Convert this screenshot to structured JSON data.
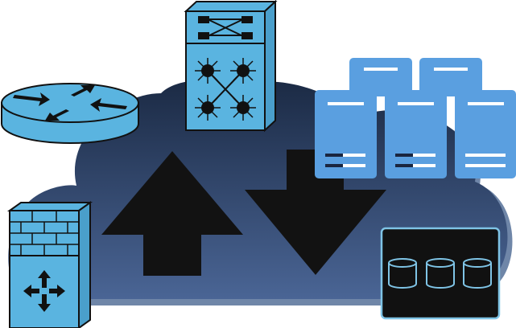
{
  "diagram": {
    "components": [
      {
        "id": "cloud",
        "icon": "cloud-icon"
      },
      {
        "id": "router",
        "icon": "router-icon"
      },
      {
        "id": "multilayer-switch",
        "icon": "multilayer-switch-icon"
      },
      {
        "id": "server-farm",
        "icon": "server-rack-icon",
        "count": 5
      },
      {
        "id": "firewall",
        "icon": "firewall-icon"
      },
      {
        "id": "storage",
        "icon": "storage-icon",
        "disks": 3
      },
      {
        "id": "upload",
        "icon": "up-arrow-icon"
      },
      {
        "id": "download",
        "icon": "down-arrow-icon"
      }
    ],
    "colors": {
      "cloud_top": "#1b2a44",
      "cloud_bottom": "#4a6595",
      "cloud_shadow": "#6f86a8",
      "device_blue": "#5ab4e0",
      "server_blue": "#5a9fe0",
      "outline": "#111111",
      "arrow": "#121212",
      "storage_bg": "#111111",
      "storage_edge": "#7fc4e6"
    }
  }
}
